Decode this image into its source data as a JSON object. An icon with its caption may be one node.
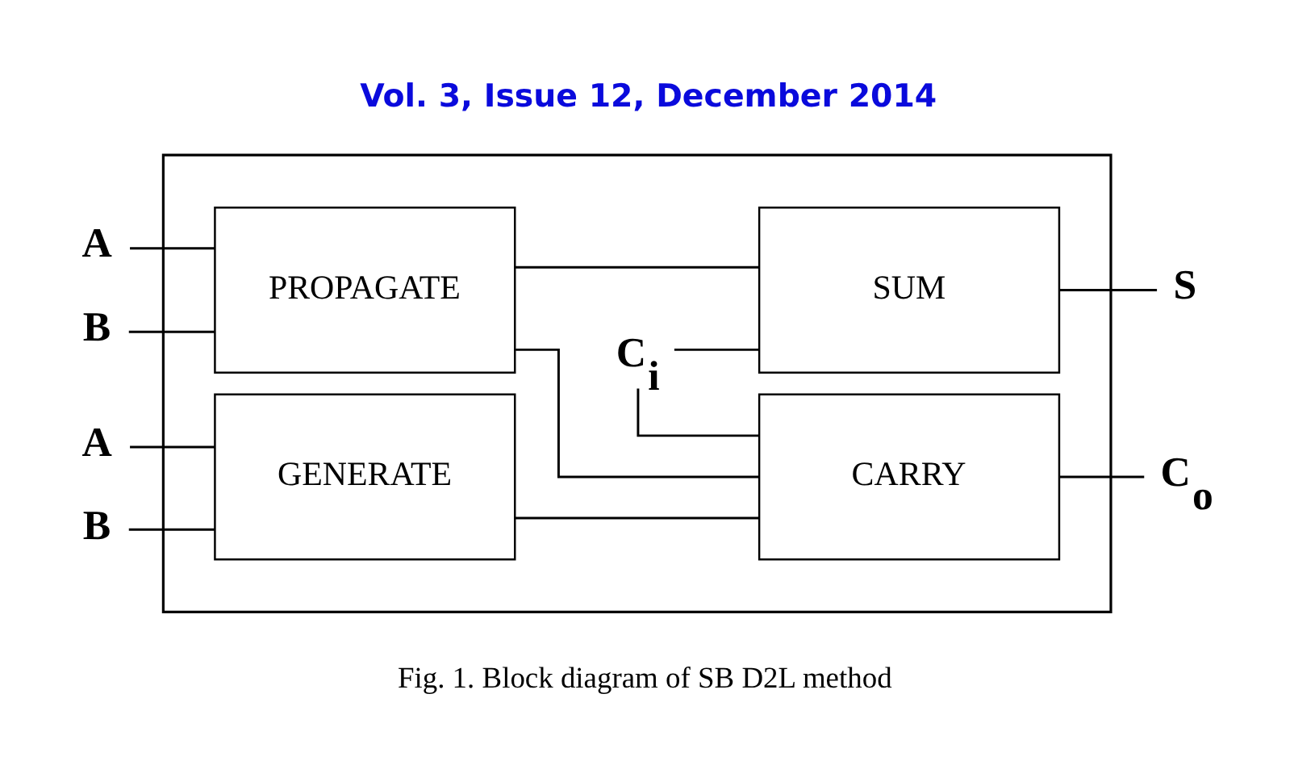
{
  "diagram": {
    "title": "Vol. 3, Issue 12, December 2014",
    "caption": "Fig. 1. Block diagram of SB D2L method",
    "nodes": [
      {
        "text": [],
        "shape": "box"
      },
      {
        "text": [
          "A"
        ]
      },
      {
        "text": [
          "B"
        ]
      },
      {
        "text": [
          "A"
        ]
      },
      {
        "text": [
          "B"
        ]
      },
      {
        "text": [
          "C$_{i}$"
        ],
        "in": 0
      },
      {
        "text": [
          "PROPAGATE"
        ],
        "in": 0
      },
      {
        "text": [
          "GENERATE"
        ],
        "in": 0
      },
      {
        "text": [
          "SUM"
        ],
        "in": 0
      },
      {
        "text": [
          "CARRY"
        ],
        "in": 0
      },
      {
        "text": [
          "S"
        ]
      },
      {
        "text": [
          "C$_{o}$"
        ]
      }
    ],
    "edges": [
      {
        "from": 1,
        "to": 6,
        "arrow": "none"
      },
      {
        "from": 2,
        "to": 6,
        "arrow": "none"
      },
      {
        "from": 3,
        "to": 7,
        "arrow": "none"
      },
      {
        "from": 4,
        "to": 7,
        "arrow": "none"
      },
      {
        "from": 5,
        "to": 8,
        "arrow": "none"
      },
      {
        "from": 5,
        "to": 9,
        "arrow": "none"
      },
      {
        "from": 6,
        "to": 8,
        "arrow": "none"
      },
      {
        "from": 6,
        "to": 9,
        "arrow": "none"
      },
      {
        "from": 7,
        "to": 9,
        "arrow": "none"
      },
      {
        "from": 8,
        "to": 10,
        "arrow": "none"
      },
      {
        "from": 9,
        "to": 11,
        "arrow": "none"
      }
    ]
  }
}
